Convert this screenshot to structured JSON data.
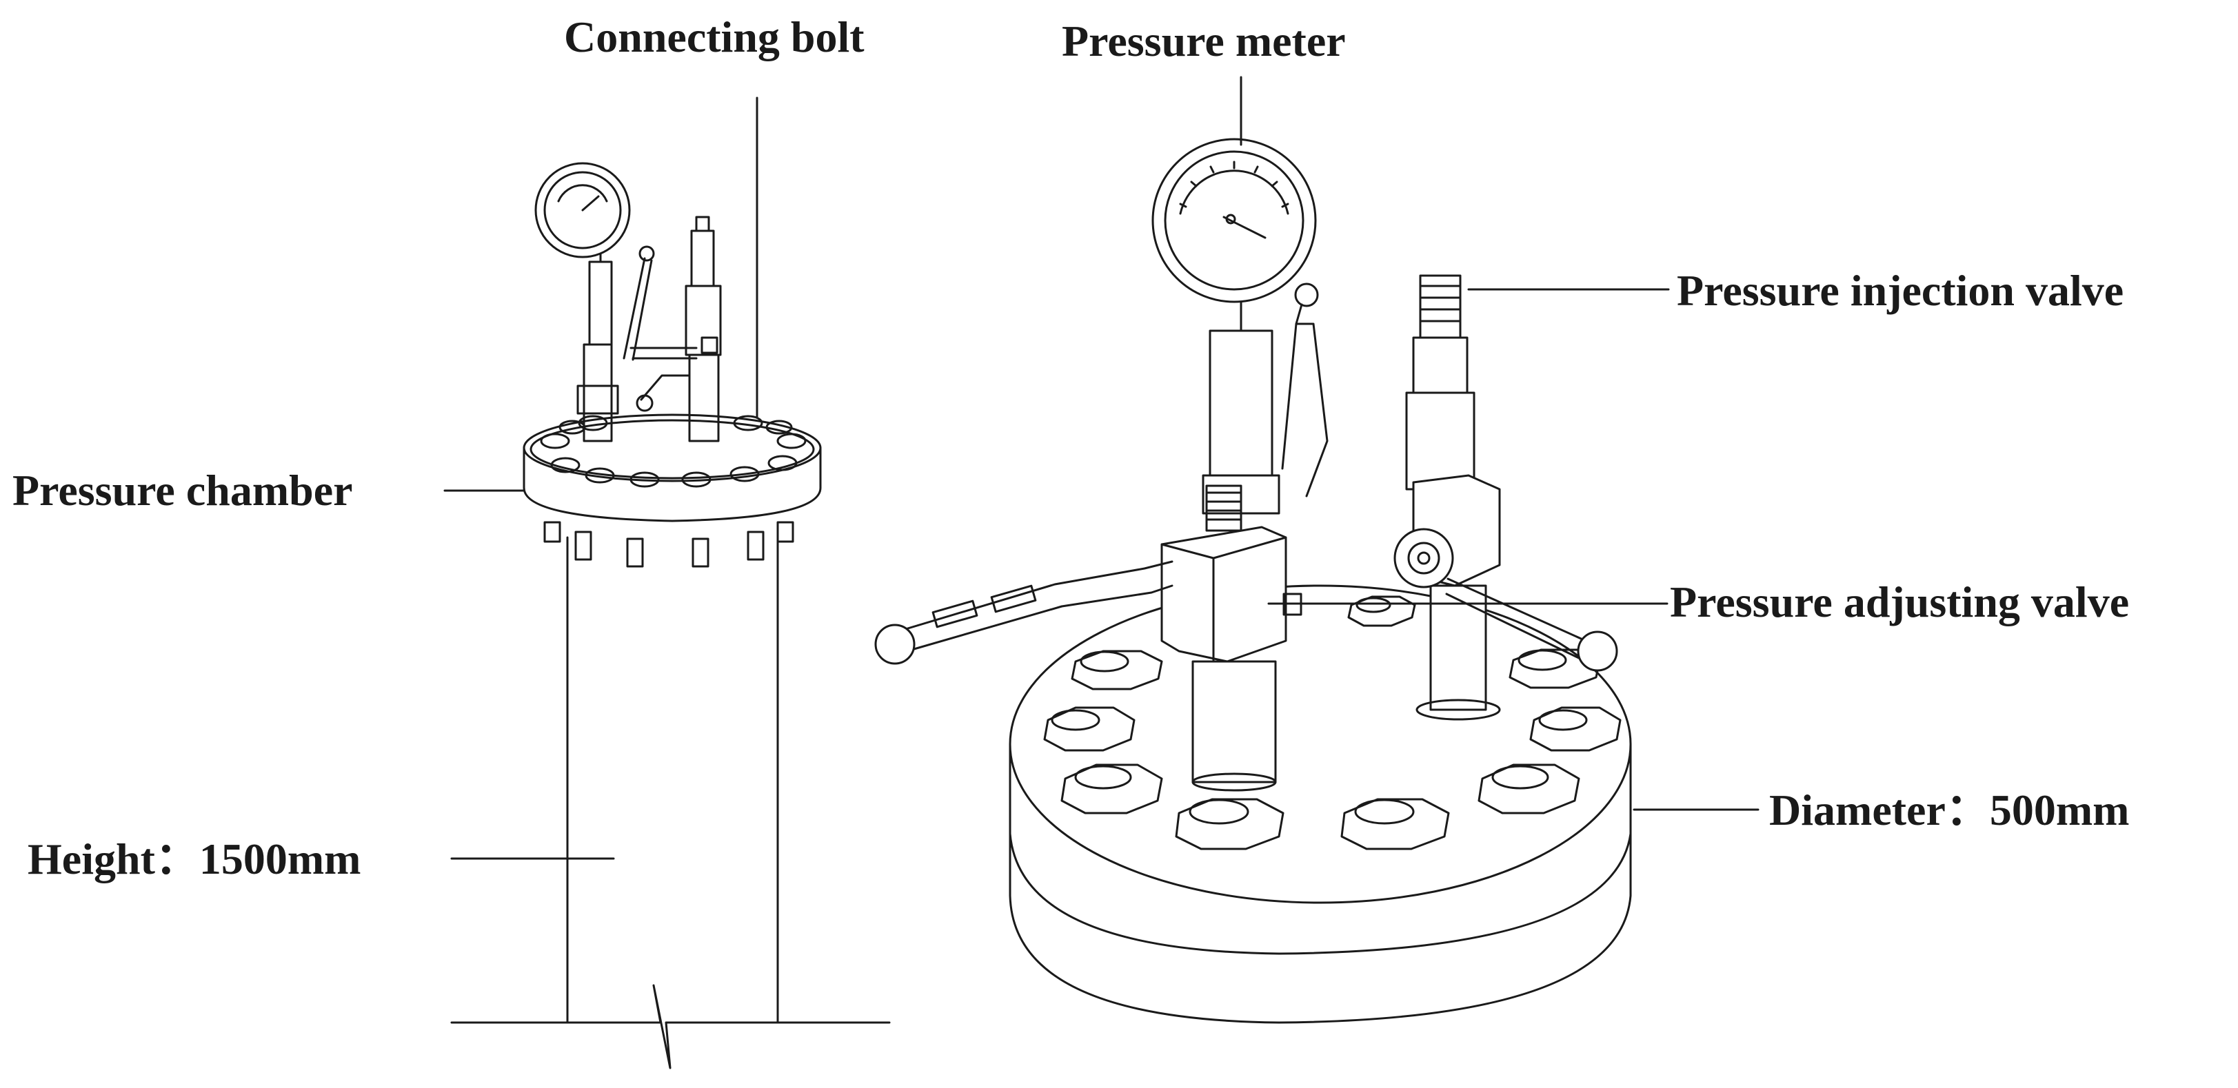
{
  "labels": {
    "connecting_bolt": "Connecting bolt",
    "pressure_meter": "Pressure meter",
    "pressure_injection_valve": "Pressure injection valve",
    "pressure_chamber": "Pressure chamber",
    "pressure_adjusting_valve": "Pressure adjusting valve",
    "diameter": "Diameter：500mm",
    "height": "Height：1500mm"
  },
  "colors": {
    "line": "#1a1a1a",
    "background": "#ffffff"
  }
}
